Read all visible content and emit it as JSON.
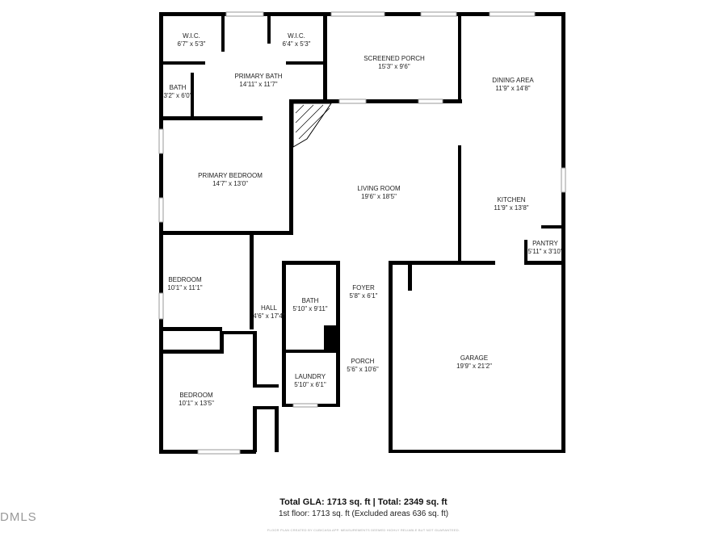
{
  "rooms": [
    {
      "name": "W.I.C.",
      "dims": "6'7\" x 5'3\""
    },
    {
      "name": "W.I.C.",
      "dims": "6'4\" x 5'3\""
    },
    {
      "name": "SCREENED PORCH",
      "dims": "15'3\" x 9'6\""
    },
    {
      "name": "DINING AREA",
      "dims": "11'9\" x 14'8\""
    },
    {
      "name": "PRIMARY BATH",
      "dims": "14'11\" x 11'7\""
    },
    {
      "name": "BATH",
      "dims": "3'2\" x 6'0\""
    },
    {
      "name": "PRIMARY BEDROOM",
      "dims": "14'7\" x 13'0\""
    },
    {
      "name": "LIVING ROOM",
      "dims": "19'6\" x 18'5\""
    },
    {
      "name": "KITCHEN",
      "dims": "11'9\" x 13'8\""
    },
    {
      "name": "PANTRY",
      "dims": "5'11\" x 3'10\""
    },
    {
      "name": "BEDROOM",
      "dims": "10'1\" x 11'1\""
    },
    {
      "name": "HALL",
      "dims": "4'6\" x 17'4\""
    },
    {
      "name": "BATH",
      "dims": "5'10\" x 9'11\""
    },
    {
      "name": "FOYER",
      "dims": "5'8\" x 6'1\""
    },
    {
      "name": "GARAGE",
      "dims": "19'9\" x 21'2\""
    },
    {
      "name": "LAUNDRY",
      "dims": "5'10\" x 6'1\""
    },
    {
      "name": "PORCH",
      "dims": "5'6\" x 10'6\""
    },
    {
      "name": "BEDROOM",
      "dims": "10'1\" x 13'5\""
    }
  ],
  "footer": {
    "total": "Total GLA: 1713 sq. ft | Total: 2349 sq. ft",
    "floor": "1st floor: 1713 sq. ft (Excluded areas 636 sq. ft)",
    "credit": "FLOOR PLAN CREATED BY CUBICASA APP. MEASUREMENTS DEEMED HIGHLY RELIABLE BUT NOT GUARANTEED."
  },
  "logo": "DMLS"
}
